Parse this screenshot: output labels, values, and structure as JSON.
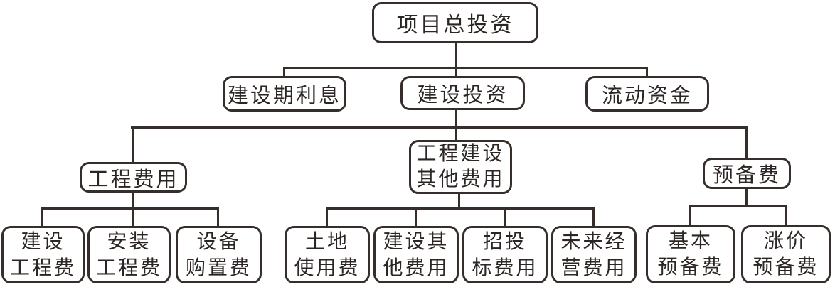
{
  "diagram": {
    "root": {
      "label": "项目总投资"
    },
    "level2": [
      {
        "label": "建设期利息"
      },
      {
        "label": "建设投资"
      },
      {
        "label": "流动资金"
      }
    ],
    "level3": [
      {
        "label": "工程费用"
      },
      {
        "line1": "工程建设",
        "line2": "其他费用"
      },
      {
        "label": "预备费"
      }
    ],
    "level4_engineering": [
      {
        "line1": "建设",
        "line2": "工程费"
      },
      {
        "line1": "安装",
        "line2": "工程费"
      },
      {
        "line1": "设备",
        "line2": "购置费"
      }
    ],
    "level4_other": [
      {
        "line1": "土地",
        "line2": "使用费"
      },
      {
        "line1": "建设其",
        "line2": "他费用"
      },
      {
        "line1": "招投",
        "line2": "标费用"
      },
      {
        "line1": "未来经",
        "line2": "营费用"
      }
    ],
    "level4_reserve": [
      {
        "line1": "基本",
        "line2": "预备费"
      },
      {
        "line1": "涨价",
        "line2": "预备费"
      }
    ],
    "colors": {
      "line": "#352e2a",
      "text": "#2b2623",
      "background": "#ffffff"
    }
  }
}
